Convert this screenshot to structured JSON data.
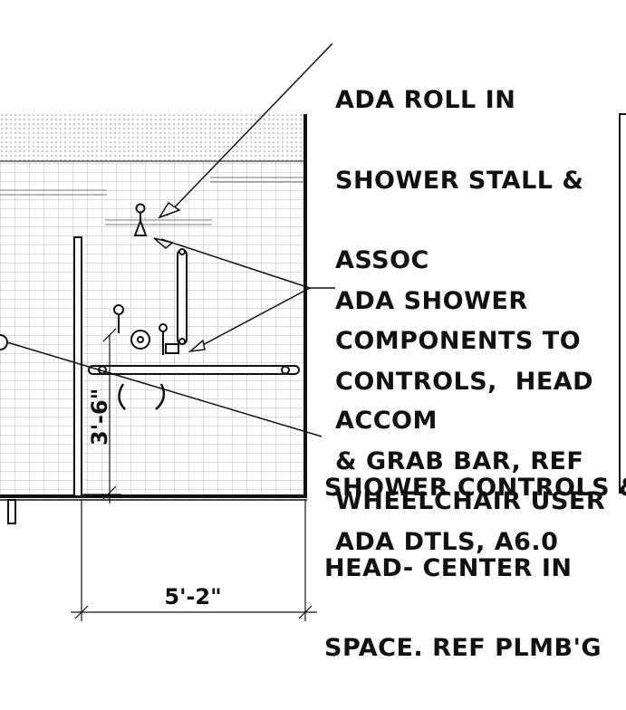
{
  "notes": {
    "roll_in_shower": [
      "ADA ROLL IN",
      "SHOWER STALL &",
      "ASSOC",
      "COMPONENTS TO",
      "ACCOM",
      "WHEELCHAIR USER"
    ],
    "ada_controls": [
      "ADA SHOWER",
      "CONTROLS,  HEAD",
      "& GRAB BAR, REF",
      "ADA DTLS, A6.0"
    ],
    "shower_controls": [
      "SHOWER CONTROLS &",
      "HEAD- CENTER IN",
      "SPACE. REF PLMB'G"
    ]
  },
  "dimensions": {
    "height": "3'-6\"",
    "width": "5'-2\""
  }
}
